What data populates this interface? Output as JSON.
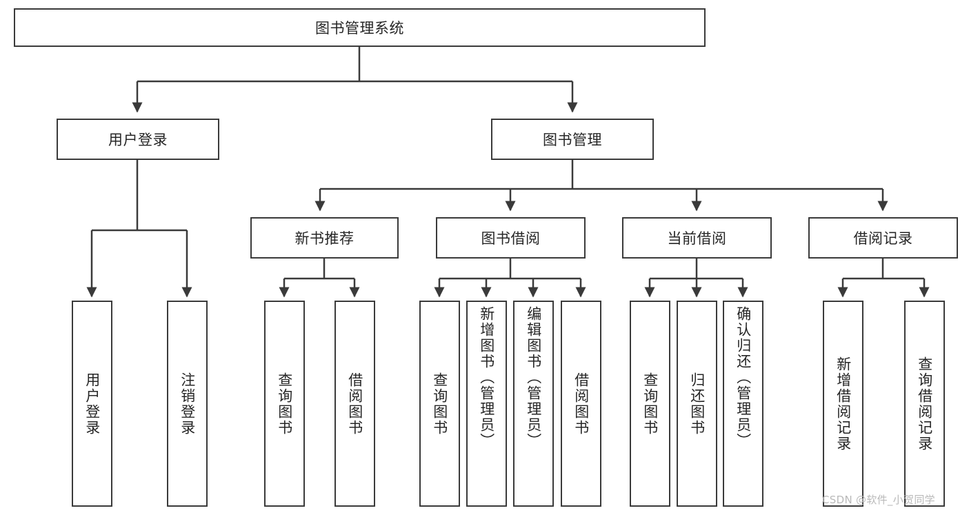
{
  "diagram": {
    "type": "tree-hierarchy-chart",
    "title": "图书管理系统",
    "line_color": "#3a3a3a",
    "box_fill": "#ffffff",
    "text_color": "#262626",
    "watermark": "CSDN @软件_小贺同学",
    "root": {
      "label": "图书管理系统",
      "children": [
        {
          "label": "用户登录",
          "children": [
            {
              "label": "用户登录"
            },
            {
              "label": "注销登录"
            }
          ]
        },
        {
          "label": "图书管理",
          "children": [
            {
              "label": "新书推荐",
              "children": [
                {
                  "label": "查询图书"
                },
                {
                  "label": "借阅图书"
                }
              ]
            },
            {
              "label": "图书借阅",
              "children": [
                {
                  "label": "查询图书"
                },
                {
                  "label": "新增图书（管理员）"
                },
                {
                  "label": "编辑图书（管理员）"
                },
                {
                  "label": "借阅图书"
                }
              ]
            },
            {
              "label": "当前借阅",
              "children": [
                {
                  "label": "查询图书"
                },
                {
                  "label": "归还图书"
                },
                {
                  "label": "确认归还（管理员）"
                }
              ]
            },
            {
              "label": "借阅记录",
              "children": [
                {
                  "label": "新增借阅记录"
                },
                {
                  "label": "查询借阅记录"
                }
              ]
            }
          ]
        }
      ]
    },
    "nodes": {
      "root_title": "图书管理系统",
      "user_login": "用户登录",
      "book_manage": "图书管理",
      "new_book_rec": "新书推荐",
      "book_borrow": "图书借阅",
      "current_borrow": "当前借阅",
      "borrow_record": "借阅记录",
      "leaf_user_login": "用户登录",
      "leaf_logout": "注销登录",
      "leaf_query_book_a": "查询图书",
      "leaf_borrow_book_a": "借阅图书",
      "leaf_query_book_b": "查询图书",
      "leaf_add_book": "新增图书（管理员）",
      "leaf_edit_book": "编辑图书（管理员）",
      "leaf_borrow_book_b": "借阅图书",
      "leaf_query_book_c": "查询图书",
      "leaf_return_book": "归还图书",
      "leaf_confirm_return": "确认归还（管理员）",
      "leaf_add_record": "新增借阅记录",
      "leaf_query_record": "查询借阅记录"
    }
  }
}
